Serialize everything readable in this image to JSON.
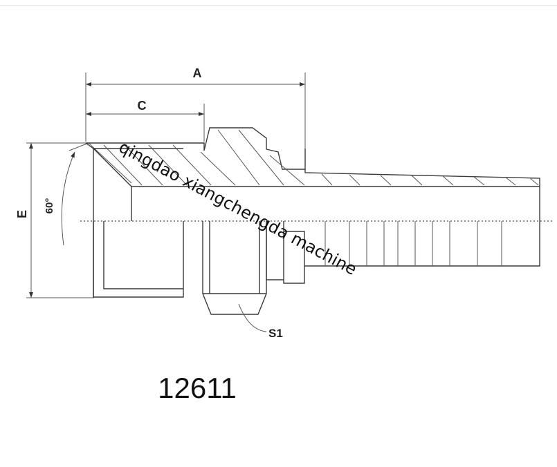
{
  "drawing": {
    "dimension_labels": {
      "a": "A",
      "c": "C",
      "e": "E",
      "angle": "60°",
      "hex": "S1"
    },
    "part_number": "12611",
    "watermark": "qingdao xiangchengda machine"
  },
  "colors": {
    "line": "#3a3a3a",
    "background": "#ffffff"
  }
}
